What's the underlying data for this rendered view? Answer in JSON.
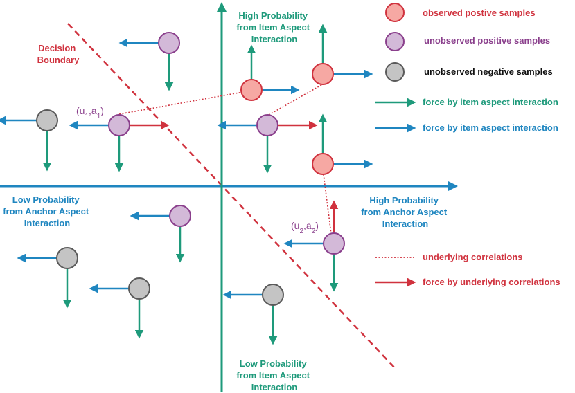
{
  "colors": {
    "teal": "#1e9a7b",
    "blue": "#1f86c0",
    "red": "#d0323e",
    "pink_fill": "#f6a8a3",
    "pink_stroke": "#d0323e",
    "purple_fill": "#d3b9d8",
    "purple_stroke": "#8a3f8c",
    "gray_fill": "#c4c4c4",
    "gray_stroke": "#5a5a5a",
    "text_dark": "#111111"
  },
  "axes": {
    "y_top": [
      "High Probability",
      "from Item Aspect",
      "Interaction"
    ],
    "y_bottom": [
      "Low Probability",
      "from Item Aspect",
      "Interaction"
    ],
    "x_right": [
      "High Probability",
      "from Anchor Aspect",
      "Interaction"
    ],
    "x_left": [
      "Low Probability",
      "from Anchor Aspect",
      "Interaction"
    ]
  },
  "decision_boundary": [
    "Decision",
    "Boundary"
  ],
  "labels": {
    "pair1": "(u1,a1)",
    "pair2": "(u2,a2)"
  },
  "legend": {
    "observed_positive": "observed postive samples",
    "unobserved_positive": "unobserved positive samples",
    "unobserved_negative": "unobserved negative samples",
    "force_item": "force by item aspect interaction",
    "force_anchor": "force by item aspect interaction",
    "underlying": "underlying correlations",
    "force_underlying": "force by underlying correlations"
  }
}
